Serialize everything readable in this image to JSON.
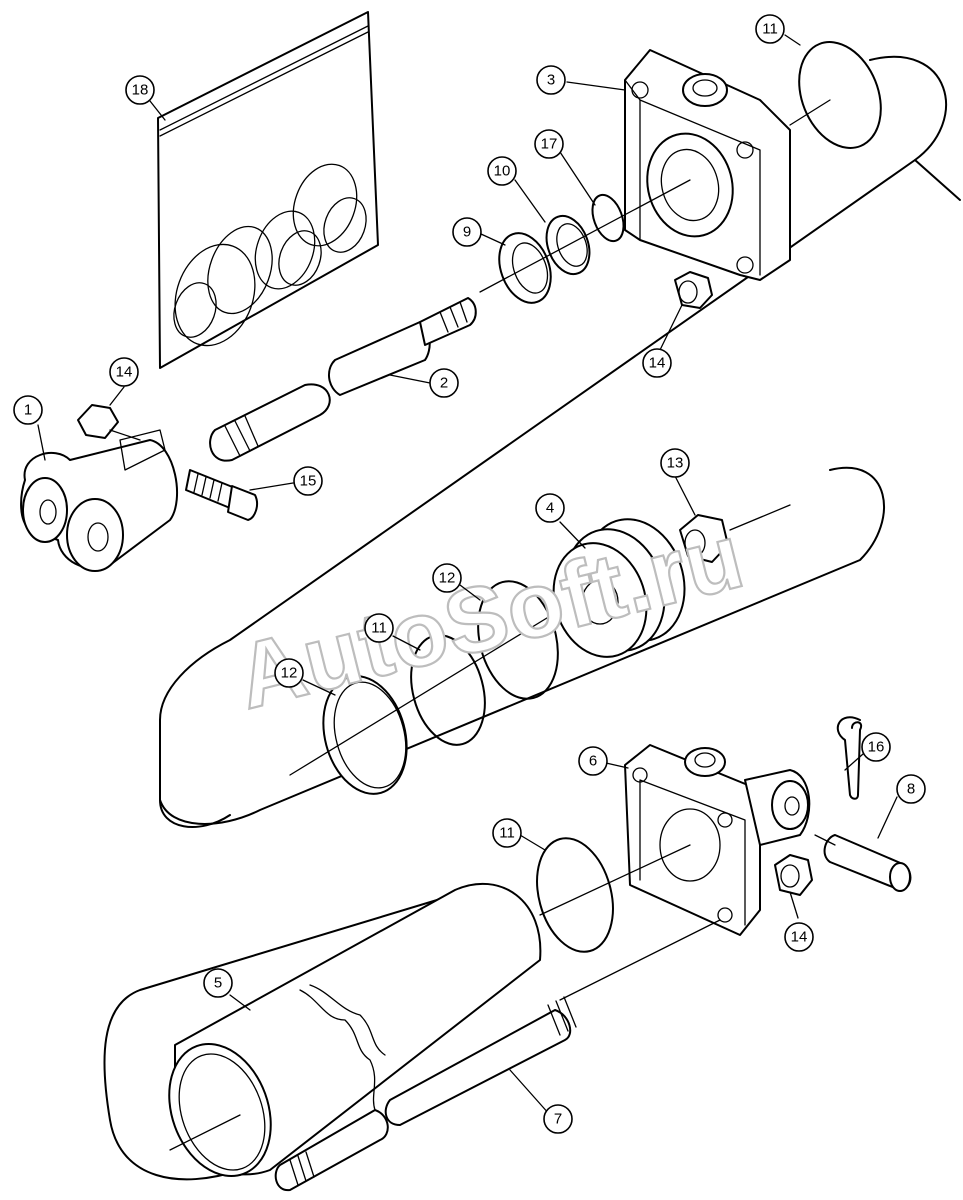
{
  "watermark": "AutoSoft.ru",
  "callouts": [
    {
      "id": "c1",
      "label": "1"
    },
    {
      "id": "c2",
      "label": "2"
    },
    {
      "id": "c3",
      "label": "3"
    },
    {
      "id": "c4",
      "label": "4"
    },
    {
      "id": "c5",
      "label": "5"
    },
    {
      "id": "c6",
      "label": "6"
    },
    {
      "id": "c7",
      "label": "7"
    },
    {
      "id": "c8",
      "label": "8"
    },
    {
      "id": "c9",
      "label": "9"
    },
    {
      "id": "c10",
      "label": "10"
    },
    {
      "id": "c11a",
      "label": "11"
    },
    {
      "id": "c11b",
      "label": "11"
    },
    {
      "id": "c11c",
      "label": "11"
    },
    {
      "id": "c12a",
      "label": "12"
    },
    {
      "id": "c12b",
      "label": "12"
    },
    {
      "id": "c13",
      "label": "13"
    },
    {
      "id": "c14a",
      "label": "14"
    },
    {
      "id": "c14b",
      "label": "14"
    },
    {
      "id": "c14c",
      "label": "14"
    },
    {
      "id": "c15",
      "label": "15"
    },
    {
      "id": "c16",
      "label": "16"
    },
    {
      "id": "c17",
      "label": "17"
    },
    {
      "id": "c18",
      "label": "18"
    }
  ]
}
